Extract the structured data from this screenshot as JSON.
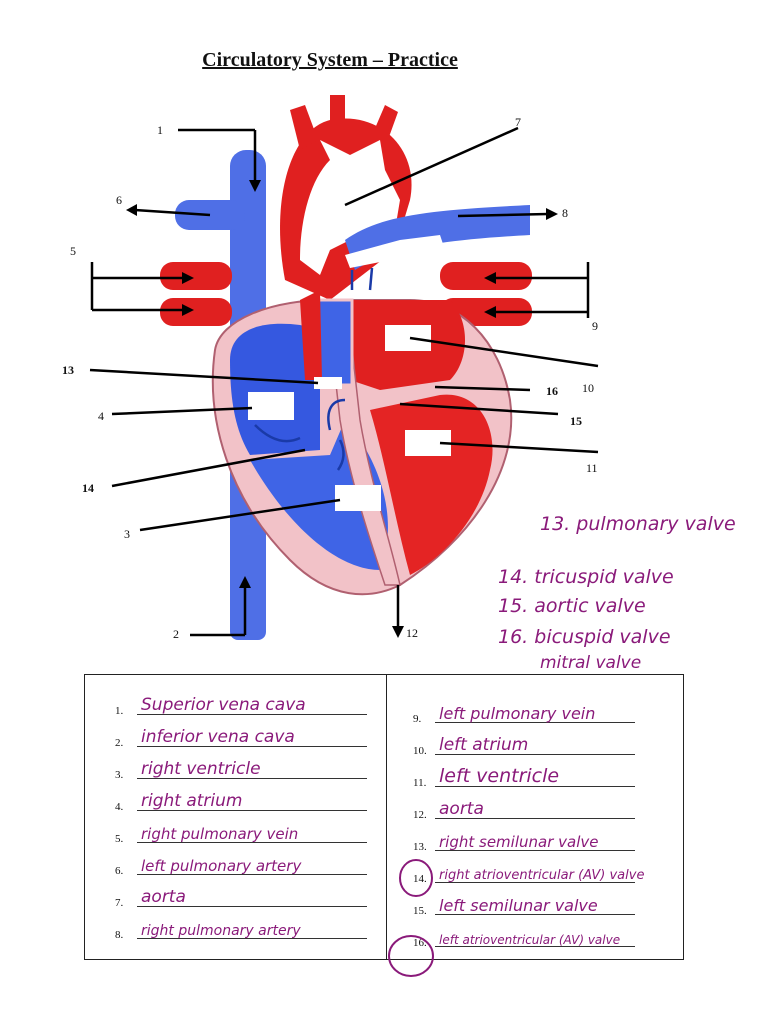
{
  "title": "Circulatory System – Practice",
  "diagram_numbers": [
    "1",
    "2",
    "3",
    "4",
    "5",
    "6",
    "7",
    "8",
    "9",
    "10",
    "11",
    "12",
    "13",
    "14",
    "15",
    "16"
  ],
  "side_notes": [
    "13. pulmonary valve",
    "14. tricuspid valve",
    "15. aortic valve",
    "16. bicuspid valve",
    "mitral valve"
  ],
  "answers_left": [
    {
      "n": "1.",
      "a": "Superior vena cava"
    },
    {
      "n": "2.",
      "a": "inferior vena cava"
    },
    {
      "n": "3.",
      "a": "right ventricle"
    },
    {
      "n": "4.",
      "a": "right atrium"
    },
    {
      "n": "5.",
      "a": "right pulmonary vein"
    },
    {
      "n": "6.",
      "a": "left pulmonary artery"
    },
    {
      "n": "7.",
      "a": "aorta"
    },
    {
      "n": "8.",
      "a": "right pulmonary artery"
    }
  ],
  "answers_right": [
    {
      "n": "9.",
      "a": "left pulmonary vein"
    },
    {
      "n": "10.",
      "a": "left atrium"
    },
    {
      "n": "11.",
      "a": "left ventricle"
    },
    {
      "n": "12.",
      "a": "aorta"
    },
    {
      "n": "13.",
      "a": "right semilunar valve"
    },
    {
      "n": "14.",
      "a": "right atrioventricular (AV) valve"
    },
    {
      "n": "15.",
      "a": "left semilunar valve"
    },
    {
      "n": "16.",
      "a": "left atrioventricular (AV) valve"
    }
  ],
  "colors": {
    "blood_red": "#e02020",
    "blood_blue": "#4060e0",
    "tissue_pink": "#f2c2c8",
    "ink": "#8a1a7a"
  }
}
